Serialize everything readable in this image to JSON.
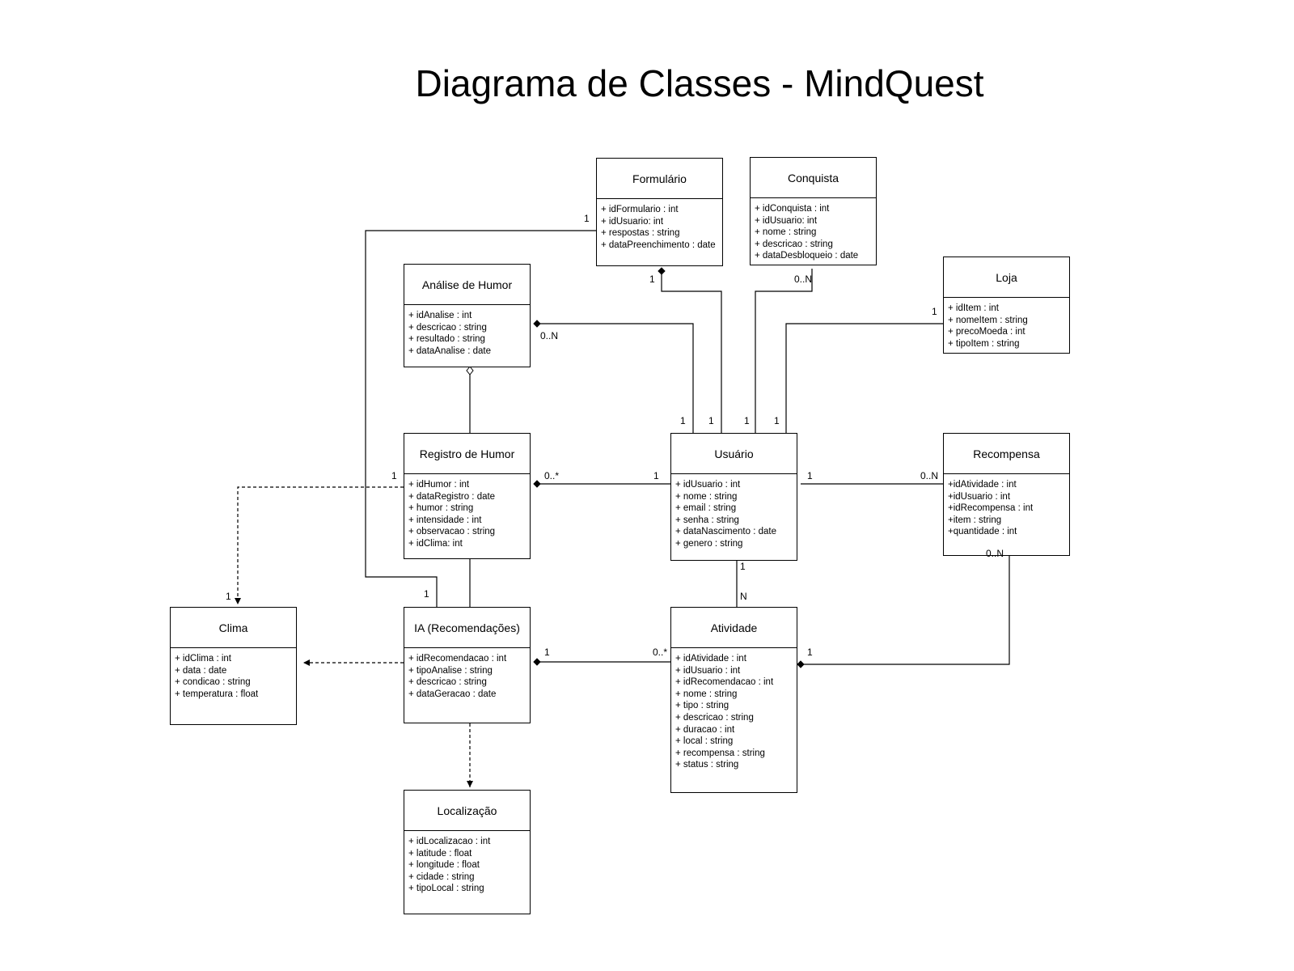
{
  "title": "Diagrama de Classes - MindQuest",
  "classes": {
    "formulario": {
      "name": "Formulário",
      "attributes": [
        "+ idFormulario : int",
        "+ idUsuario: int",
        "+ respostas : string",
        "+ dataPreenchimento : date"
      ]
    },
    "conquista": {
      "name": "Conquista",
      "attributes": [
        "+ idConquista : int",
        "+ idUsuario: int",
        "+ nome : string",
        "+ descricao : string",
        "+ dataDesbloqueio : date"
      ]
    },
    "loja": {
      "name": "Loja",
      "attributes": [
        "+ idItem : int",
        "+ nomeItem : string",
        "+ precoMoeda : int",
        "+ tipoItem : string"
      ]
    },
    "analise": {
      "name": "Análise de Humor",
      "attributes": [
        "+ idAnalise : int",
        "+ descricao : string",
        "+ resultado : string",
        "+ dataAnalise : date"
      ]
    },
    "registro": {
      "name": "Registro de Humor",
      "attributes": [
        "+ idHumor : int",
        "+ dataRegistro : date",
        "+ humor : string",
        "+ intensidade : int",
        "+ observacao : string",
        "+ idClima: int"
      ]
    },
    "usuario": {
      "name": "Usuário",
      "attributes": [
        "+ idUsuario : int",
        "+ nome : string",
        "+ email : string",
        "+ senha : string",
        "+ dataNascimento : date",
        "+ genero : string"
      ]
    },
    "recompensa": {
      "name": "Recompensa",
      "attributes": [
        "+idAtividade : int",
        "+idUsuario : int",
        "+idRecompensa : int",
        "+item : string",
        "+quantidade : int"
      ]
    },
    "clima": {
      "name": "Clima",
      "attributes": [
        "+ idClima : int",
        "+ data : date",
        "+ condicao : string",
        "+ temperatura : float"
      ]
    },
    "ia": {
      "name": "IA (Recomendações)",
      "attributes": [
        "+ idRecomendacao : int",
        "+ tipoAnalise : string",
        "+ descricao : string",
        "+ dataGeracao : date"
      ]
    },
    "atividade": {
      "name": "Atividade",
      "attributes": [
        "+ idAtividade : int",
        "+ idUsuario : int",
        "+ idRecomendacao : int",
        "+ nome : string",
        "+ tipo : string",
        "+ descricao : string",
        "+ duracao : int",
        "+ local : string",
        "+ recompensa : string",
        "+ status : string"
      ]
    },
    "localizacao": {
      "name": "Localização",
      "attributes": [
        "+ idLocalizacao : int",
        "+ latitude : float",
        "+ longitude : float",
        "+ cidade : string",
        "+ tipoLocal : string"
      ]
    }
  },
  "multiplicities": {
    "formulario_ia_form": "1",
    "formulario_usuario_form": "1",
    "conquista_usuario_conq": "0..N",
    "loja_usuario_loja": "1",
    "analise_usuario_analise": "0..N",
    "usuario_analise": "1",
    "usuario_formulario": "1",
    "usuario_conquista": "1",
    "usuario_loja": "1",
    "registro_clima_reg": "1",
    "registro_usuario_reg": "0..*",
    "usuario_registro": "1",
    "usuario_recompensa": "1",
    "recompensa_usuario": "0..N",
    "recompensa_atividade": "0..N",
    "usuario_atividade": "1",
    "atividade_usuario": "N",
    "ia_formulario": "1",
    "clima_registro": "1",
    "ia_atividade": "1",
    "atividade_ia": "0..*",
    "atividade_recompensa": "1"
  }
}
